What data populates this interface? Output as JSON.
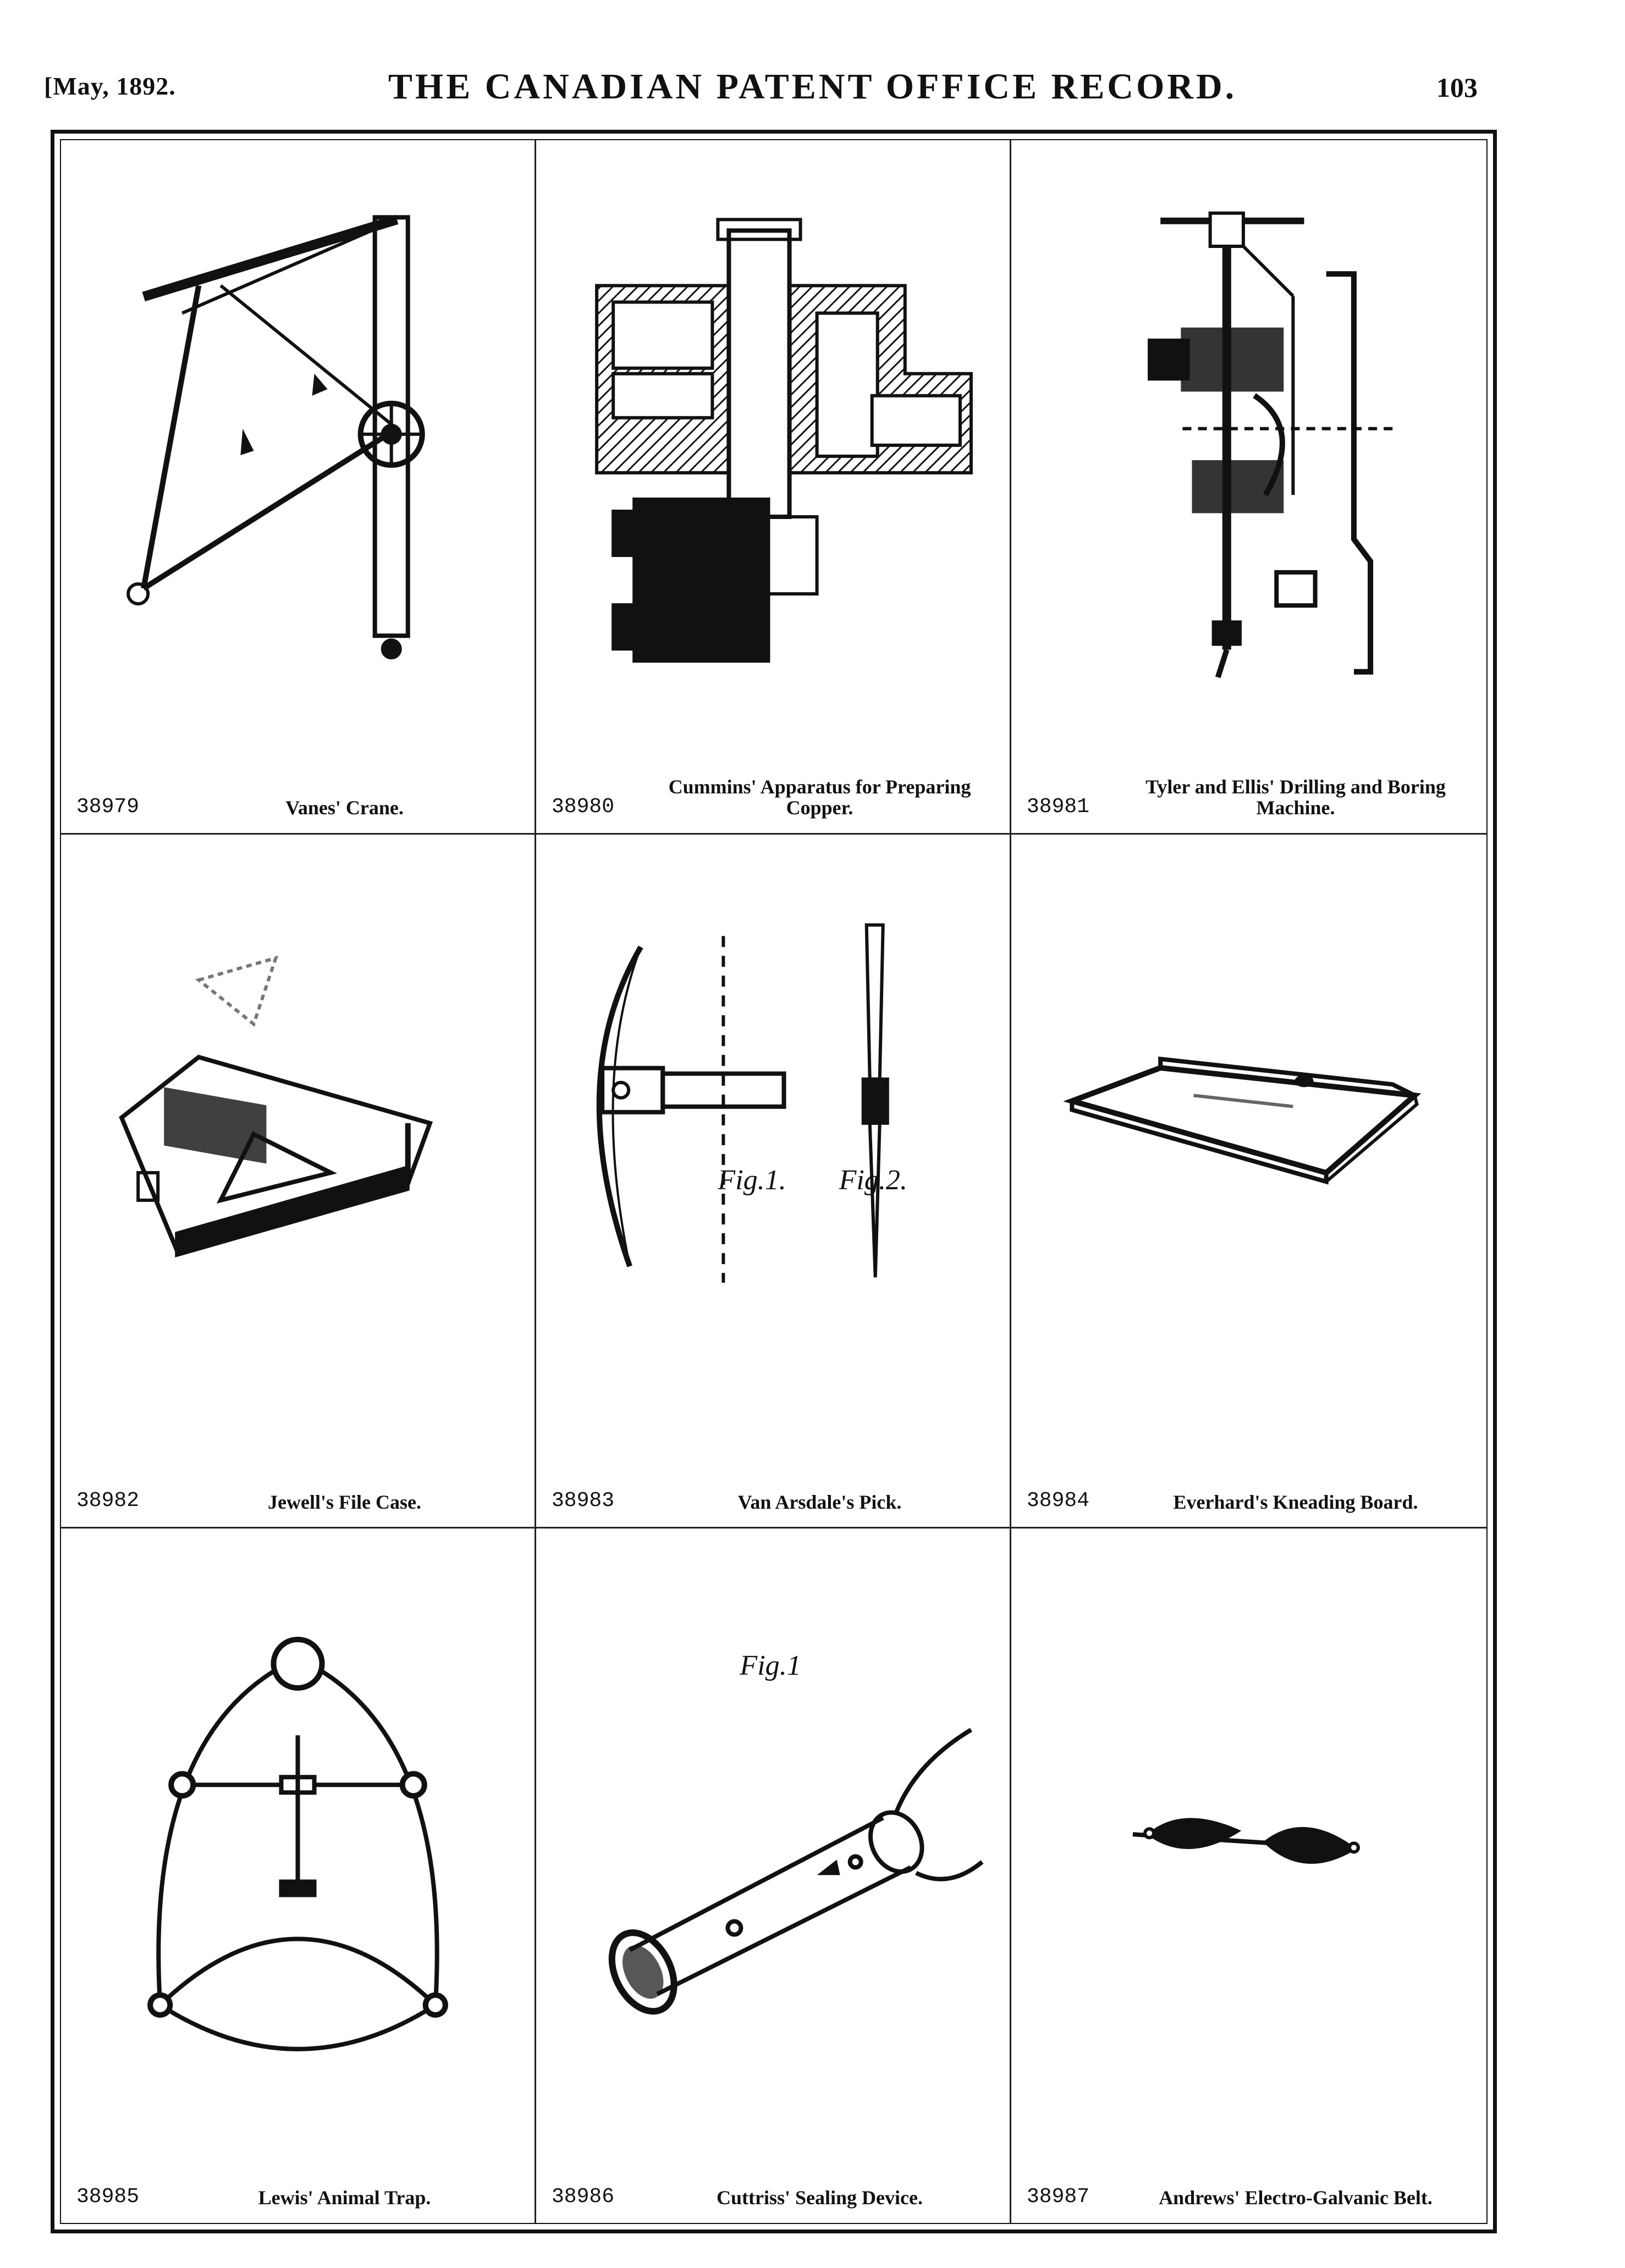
{
  "header": {
    "date": "[May, 1892.",
    "title": "THE CANADIAN PATENT OFFICE RECORD.",
    "page": "103"
  },
  "patents": [
    {
      "number": "38979",
      "title": "Vanes' Crane."
    },
    {
      "number": "38980",
      "title": "Cummins' Apparatus for Preparing Copper."
    },
    {
      "number": "38981",
      "title": "Tyler and Ellis' Drilling and Boring Machine."
    },
    {
      "number": "38982",
      "title": "Jewell's File Case."
    },
    {
      "number": "38983",
      "title": "Van Arsdale's Pick."
    },
    {
      "number": "38984",
      "title": "Everhard's Kneading Board."
    },
    {
      "number": "38985",
      "title": "Lewis' Animal Trap."
    },
    {
      "number": "38986",
      "title": "Cuttriss' Sealing Device."
    },
    {
      "number": "38987",
      "title": "Andrews' Electro-Galvanic Belt."
    }
  ],
  "figure_labels": {
    "pick_fig1": "Fig.1.",
    "pick_fig2": "Fig.2.",
    "sealing_fig1": "Fig.1"
  }
}
